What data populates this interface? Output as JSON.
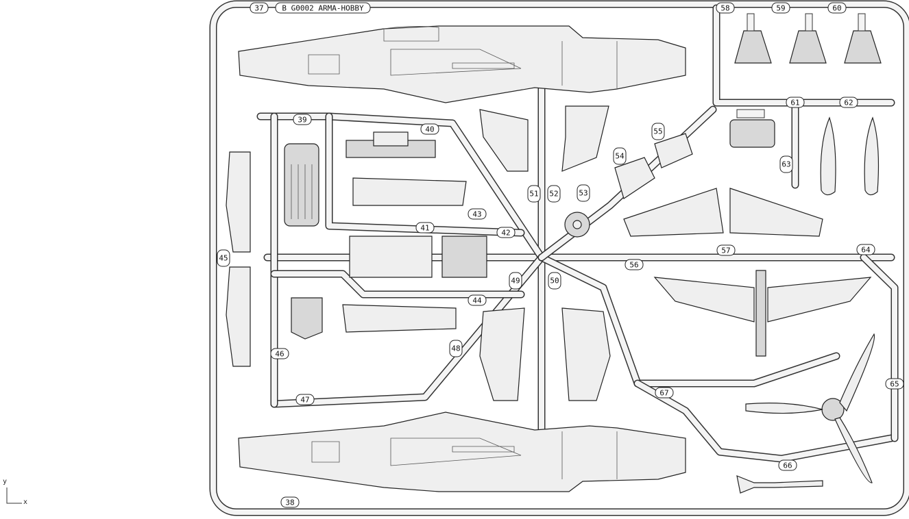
{
  "sprue": {
    "header_text": "B  G0002 ARMA-HOBBY",
    "part_numbers": [
      "37",
      "38",
      "39",
      "40",
      "41",
      "42",
      "43",
      "44",
      "45",
      "46",
      "47",
      "48",
      "49",
      "50",
      "51",
      "52",
      "53",
      "54",
      "55",
      "56",
      "57",
      "58",
      "59",
      "60",
      "61",
      "62",
      "63",
      "64",
      "65",
      "66",
      "67"
    ]
  },
  "axis": {
    "y_label": "y",
    "x_label": "x"
  },
  "icons": [
    "fuselage-half-left",
    "fuselage-half-right",
    "wing-upper",
    "wing-lower",
    "horizontal-stabilizer",
    "propeller",
    "spinner",
    "canopy-frame",
    "seat",
    "instrument-panel",
    "exhaust-stack",
    "cockpit-floor",
    "wheel-well",
    "landing-gear-door",
    "drop-tank"
  ]
}
